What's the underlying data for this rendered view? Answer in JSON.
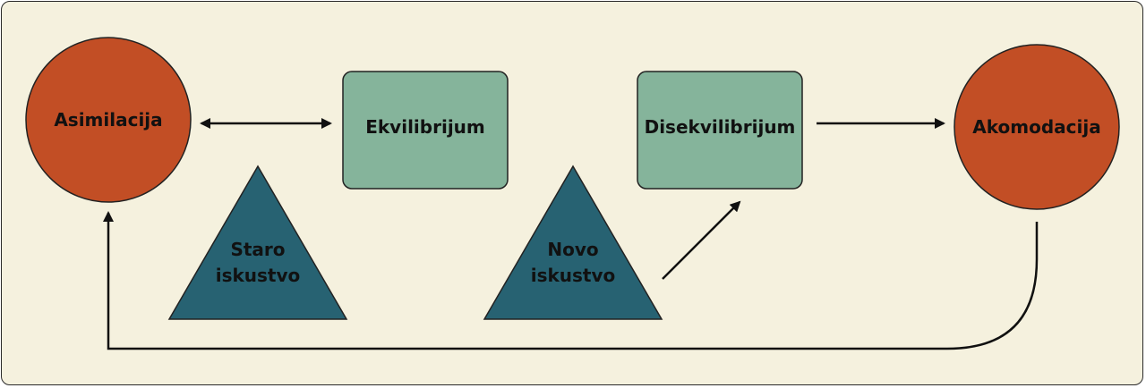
{
  "nodes": {
    "asimilacija": {
      "label": "Asimilacija"
    },
    "ekvilibrijum": {
      "label": "Ekvilibrijum"
    },
    "disekvilibrijum": {
      "label": "Disekvilibrijum"
    },
    "akomodacija": {
      "label": "Akomodacija"
    },
    "staro": {
      "line1": "Staro",
      "line2": "iskustvo"
    },
    "novo": {
      "line1": "Novo",
      "line2": "iskustvo"
    }
  },
  "colors": {
    "background": "#f5f1de",
    "circle": "#c24e25",
    "box": "#85b49b",
    "triangle": "#276272",
    "arrow": "#111111"
  }
}
